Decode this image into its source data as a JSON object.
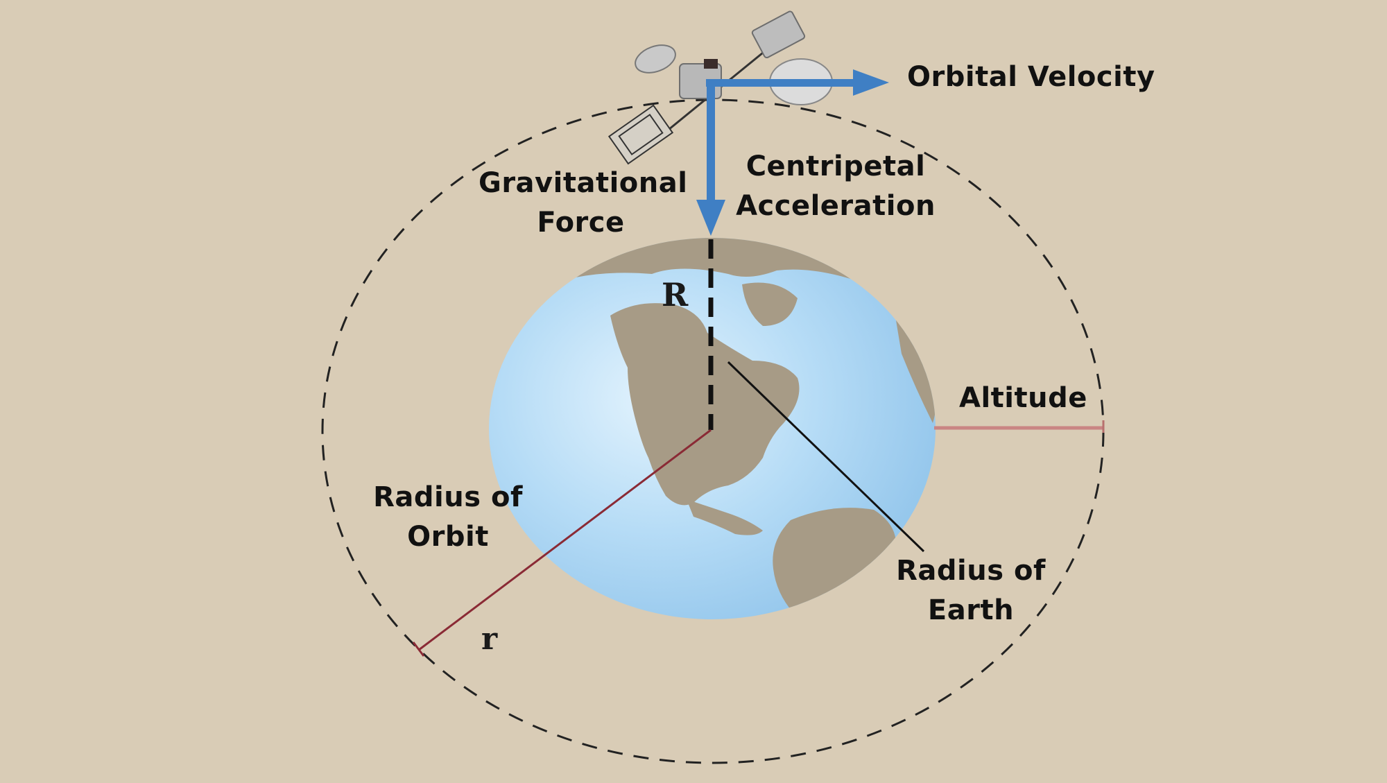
{
  "diagram": {
    "title": "Satellite orbit around Earth",
    "colors": {
      "background": "#d9ccb6",
      "arrow": "#3f7fc4",
      "ocean": "#a9d3f2",
      "land": "#a79b86",
      "radius_orbit_line": "#8a2a35",
      "altitude_line": "#c98583",
      "earth_radius_line": "#111111",
      "orbit_path": "#222222"
    },
    "labels": {
      "orbital_velocity": "Orbital Velocity",
      "centripetal_line1": "Centripetal",
      "centripetal_line2": "Acceleration",
      "gravitational_line1": "Gravitational",
      "gravitational_line2": "Force",
      "altitude": "Altitude",
      "radius_orbit_line1": "Radius of",
      "radius_orbit_line2": "Orbit",
      "radius_earth_line1": "Radius of",
      "radius_earth_line2": "Earth",
      "symbol_R": "R",
      "symbol_r": "r"
    }
  }
}
